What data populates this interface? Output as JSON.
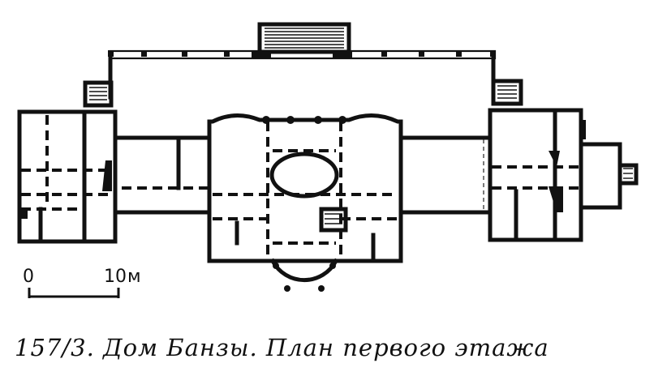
{
  "caption": "157/3. Дом Банзы. План первого этажа",
  "scale": {
    "start_label": "0",
    "end_label": "10",
    "unit_label": "м"
  }
}
